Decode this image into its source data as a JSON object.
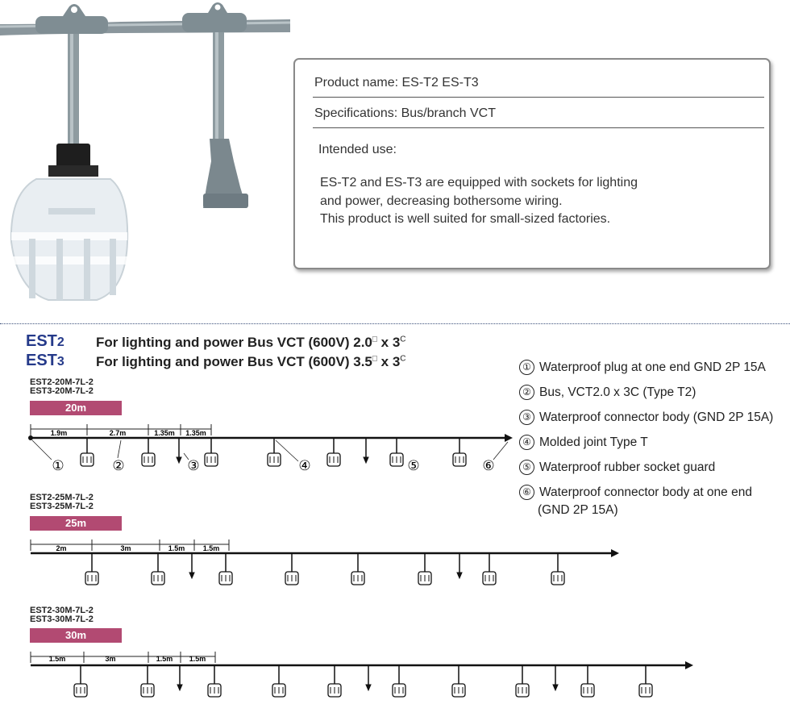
{
  "spec_box": {
    "product_name": "Product name: ES-T2 ES-T3",
    "specifications": "Specifications: Bus/branch VCT",
    "intended_use_label": "Intended use:",
    "intended_use_lines": [
      "ES-T2 and ES-T3 are equipped with sockets for lighting",
      "and power, decreasing bothersome wiring.",
      "This product is well suited for small-sized factories."
    ]
  },
  "models": [
    {
      "prefix": "EST",
      "num": "2",
      "desc": "For lighting and power  Bus VCT (600V) 2.0",
      "sq": "□",
      "mid": " x 3",
      "sup": "C"
    },
    {
      "prefix": "EST",
      "num": "3",
      "desc": "For lighting and power  Bus VCT (600V) 3.5",
      "sq": "□",
      "mid": " x 3",
      "sup": "C"
    }
  ],
  "legend": [
    {
      "n": "①",
      "text": "Waterproof plug at one end GND 2P 15A"
    },
    {
      "n": "②",
      "text": "Bus, VCT2.0 x 3C (Type T2)"
    },
    {
      "n": "③",
      "text": "Waterproof connector body (GND 2P 15A)"
    },
    {
      "n": "④",
      "text": "Molded joint  Type T"
    },
    {
      "n": "⑤",
      "text": "Waterproof rubber socket guard"
    },
    {
      "n": "⑥",
      "text": "Waterproof connector body at one end"
    },
    {
      "n": "",
      "text": "(GND 2P 15A)"
    }
  ],
  "diagrams": [
    {
      "codes": [
        "EST2-20M-7L-2",
        "EST3-20M-7L-2"
      ],
      "length": "20m",
      "segments": [
        "1.9m",
        "2.7m",
        "1.35m",
        "1.35m"
      ],
      "callouts": [
        "①",
        "②",
        "③",
        "④",
        "⑤",
        "⑥"
      ]
    },
    {
      "codes": [
        "EST2-25M-7L-2",
        "EST3-25M-7L-2"
      ],
      "length": "25m",
      "segments": [
        "2m",
        "3m",
        "1.5m",
        "1.5m"
      ]
    },
    {
      "codes": [
        "EST2-30M-7L-2",
        "EST3-30M-7L-2"
      ],
      "length": "30m",
      "segments": [
        "1.5m",
        "3m",
        "1.5m",
        "1.5m"
      ]
    }
  ]
}
